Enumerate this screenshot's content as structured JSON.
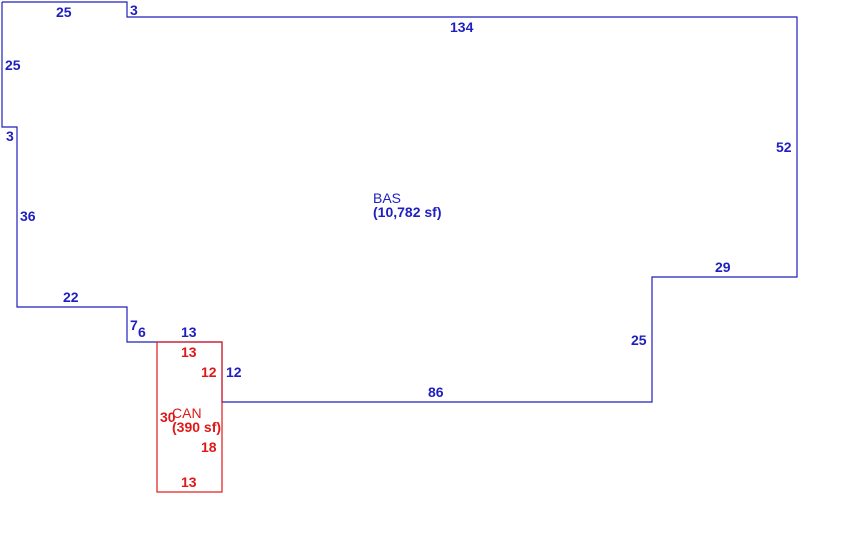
{
  "colors": {
    "main_area": "#1f1fbf",
    "addition_area": "#e01818",
    "background": "#ffffff"
  },
  "areas": {
    "main": {
      "code": "BAS",
      "size": "(10,782 sf)",
      "edges": [
        "25",
        "3",
        "134",
        "52",
        "29",
        "25",
        "86",
        "12",
        "13",
        "6",
        "7",
        "22",
        "36",
        "3",
        "25"
      ]
    },
    "addition": {
      "code": "CAN",
      "size": "(390 sf)",
      "edges": [
        "13",
        "12",
        "18",
        "13",
        "30"
      ]
    }
  }
}
